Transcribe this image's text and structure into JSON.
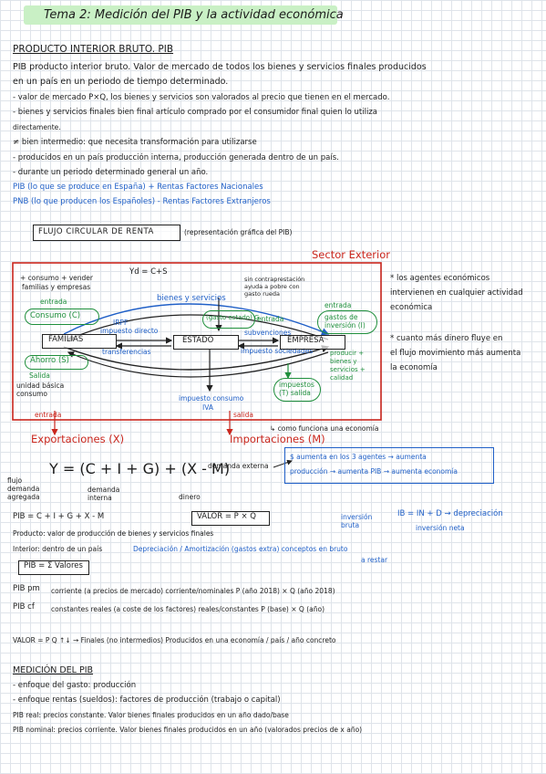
{
  "title": "Tema 2: Medición del PIB y la actividad económica",
  "section_pib": {
    "heading": "PRODUCTO INTERIOR BRUTO. PIB",
    "line1": "PIB producto interior bruto. Valor de mercado de todos los bienes y servicios finales producidos",
    "line2": "en un país en un periodo de tiempo determinado.",
    "bullet1": "- valor de mercado P×Q, los bienes y servicios son valorados al precio que tienen en el mercado.",
    "bullet2": "- bienes y servicios finales bien final artículo comprado por el consumidor final quien lo utiliza",
    "bullet2b": "directamente.",
    "bullet3": "≠ bien intermedio: que necesita transformación para utilizarse",
    "bullet4": "- producidos en un país producción interna, producción generada dentro de un país.",
    "bullet5": "- durante un periodo determinado general un año.",
    "pib_line": "PIB (lo que se produce en España) + Rentas Factores Nacionales",
    "pnb_line": "PNB (lo que producen los Españoles) - Rentas Factores Extranjeros"
  },
  "flujo": {
    "label": "FLUJO CIRCULAR DE RENTA",
    "sublabel": "(representación gráfica del PIB)",
    "sector_exterior": "Sector Exterior",
    "yd": "Yd = C+S",
    "familias": "FAMILIAS",
    "estado": "ESTADO",
    "empresa": "EMPRESA",
    "consumo_box": "Consumo (C)",
    "ahorro_box": "Ahorro (S)",
    "gastos_box": "gastos de inversión (I)",
    "gasto_estado_box": "(gasto estado) G",
    "impuestos_box": "impuestos (T) salida",
    "entrada1": "entrada",
    "entrada2": "entrada",
    "entrada3": "entrada",
    "entrada_bottom": "entrada",
    "salida1": "Salida",
    "salida2": "salida",
    "bienes_servicios": "bienes y servicios",
    "subvenciones": "subvenciones",
    "transferencias": "transferencias",
    "irpf": "IRPF",
    "impuesto_directo": "impuesto directo",
    "impuesto_sociedades": "impuesto sociedades",
    "impuesto_consumo": "impuesto consumo",
    "iva": "IVA",
    "consumo_vender": "+ consumo + vender",
    "familias_empresas": "familias y empresas",
    "unidad_basica": "unidad básica consumo",
    "contraprestacion": "sin contraprestación ayuda a pobre con gasto rueda",
    "producir": "producir + bienes y servicios + calidad",
    "agentes1": "* los agentes económicos",
    "agentes2": "intervienen en cualquier actividad",
    "agentes3": "económica",
    "dinero1": "* cuanto más dinero fluye en",
    "dinero2": "el flujo movimiento más aumenta",
    "dinero3": "la economía",
    "exportaciones": "Exportaciones (X)",
    "importaciones": "Importaciones (M)",
    "cuando_funciona": "↳ como funciona una economía"
  },
  "formula": {
    "main": "Y = (C + I + G) + (X - M)",
    "demanda_externa": "demanda externa",
    "flujo_demanda": "flujo demanda agregada",
    "demanda_interna": "demanda interna",
    "dinero": "dinero",
    "blue_box1": "$ aumenta en los 3 agentes → aumenta",
    "blue_box2": "producción → aumenta PIB → aumenta economía"
  },
  "lower": {
    "pib_eq": "PIB = C + I + G + X - M",
    "valor_box": "VALOR = P × Q",
    "inversion_bruta": "inversión bruta",
    "ib_eq": "IB = IN + D → depreciación",
    "inversion_neta": "inversión neta",
    "producto": "Producto: valor de producción de bienes y servicios finales",
    "interior": "Interior: dentro de un país",
    "depreciacion": "Depreciación / Amortización (gastos extra) conceptos en bruto",
    "a_restar": "a restar",
    "pib_valores": "PIB = Σ Valores",
    "pib_pm": "PIB pm",
    "pib_pm_text": "corriente (a precios de mercado) corriente/nominales P (año 2018) × Q (año 2018)",
    "pib_cf": "PIB cf",
    "pib_cf_text": "constantes reales (a coste de los factores) reales/constantes P (base) × Q (año)",
    "valor_line": "VALOR = P Q ↑↓ → Finales (no intermedios) Producidos en una economía / país / año concreto"
  },
  "medicion": {
    "heading": "MEDICIÓN DEL PIB",
    "item1": "- enfoque del gasto: producción",
    "item2": "- enfoque rentas (sueldos): factores de producción (trabajo o capital)",
    "item3": "PIB real: precios constante. Valor bienes finales producidos en un año dado/base",
    "item4": "PIB nominal: precios corriente. Valor bienes finales producidos en un año (valorados precios de x año)"
  }
}
